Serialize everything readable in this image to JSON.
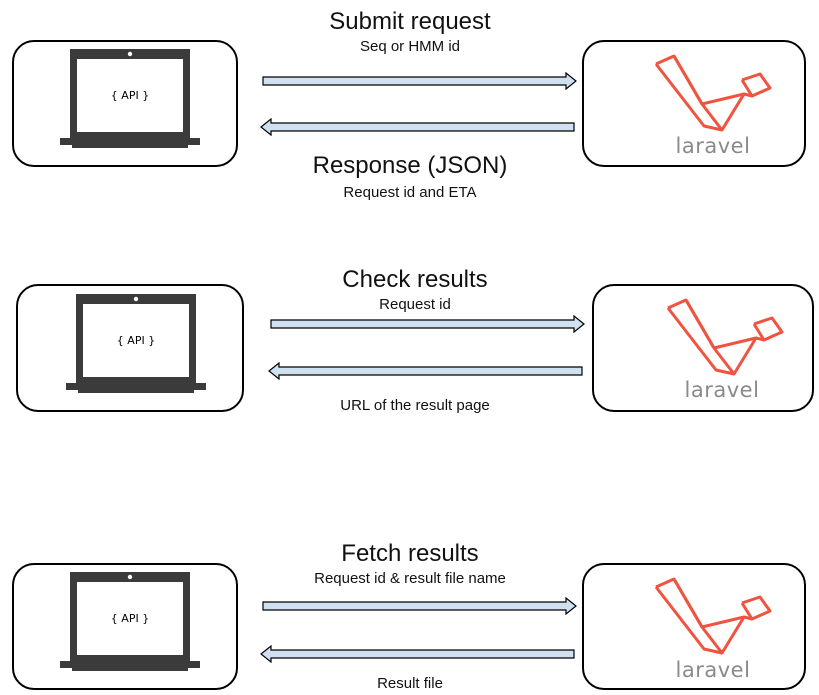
{
  "colors": {
    "laravel_red": "#f05340",
    "arrow_fill": "#cfe0f1",
    "laptop_body": "#3b3b3b"
  },
  "icons": {
    "client": "laptop-icon",
    "server": "laravel-logo"
  },
  "rows": [
    {
      "title": "Submit request",
      "request_label": "Seq or HMM id",
      "response_title": "Response (JSON)",
      "response_label": "Request id and ETA",
      "api_label": "{ API }",
      "logo_text": "laravel"
    },
    {
      "title": "Check results",
      "request_label": "Request id",
      "response_label": "URL of the result page",
      "api_label": "{ API }",
      "logo_text": "laravel"
    },
    {
      "title": "Fetch results",
      "request_label": "Request id & result file name",
      "response_label": "Result file",
      "api_label": "{ API }",
      "logo_text": "laravel"
    }
  ]
}
